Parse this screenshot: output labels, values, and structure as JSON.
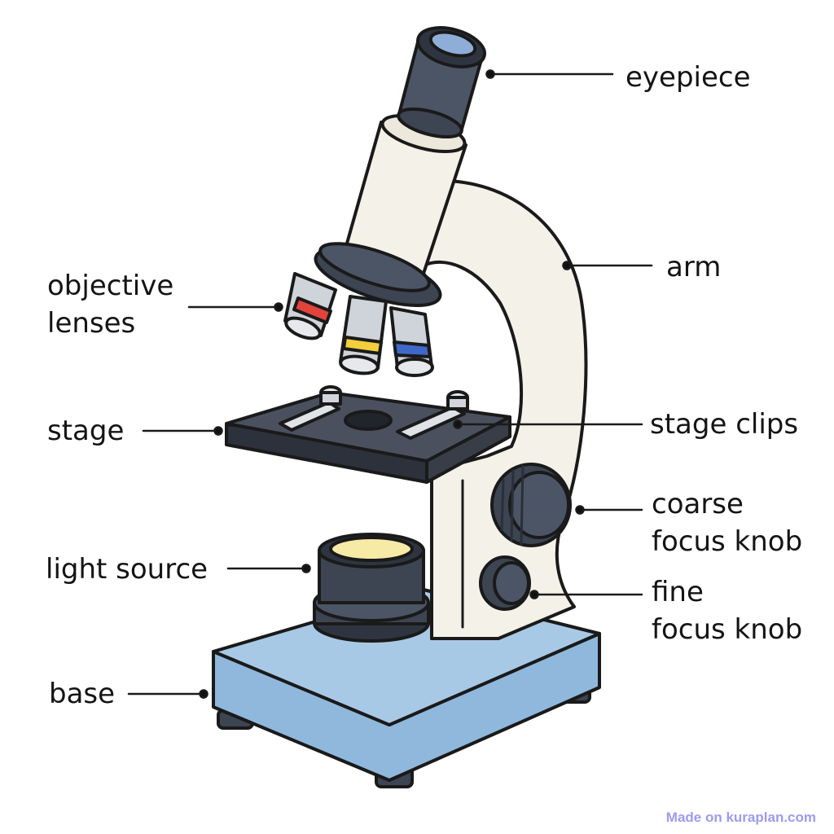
{
  "labels": {
    "eyepiece": "eyepiece",
    "arm": "arm",
    "objective_lenses": "objective\nlenses",
    "stage": "stage",
    "stage_clips": "stage clips",
    "coarse_focus_knob": "coarse\nfocus knob",
    "light_source": "light source",
    "fine_focus_knob": "fine\nfocus knob",
    "base": "base"
  },
  "watermark": "Made on kuraplan.com",
  "colors": {
    "outline": "#1a1a1a",
    "body_cream": "#f4f1e8",
    "eyepiece_dark": "#4b5566",
    "knob_dark": "#3d4452",
    "stage_dark": "#3e4350",
    "base_blue": "#94bbdd",
    "lens_silver": "#cfd3da",
    "lens_band_red": "#e2433b",
    "lens_band_yellow": "#f2cf3b",
    "lens_band_blue": "#3f69c8",
    "light_glow": "#f7e9a6"
  }
}
